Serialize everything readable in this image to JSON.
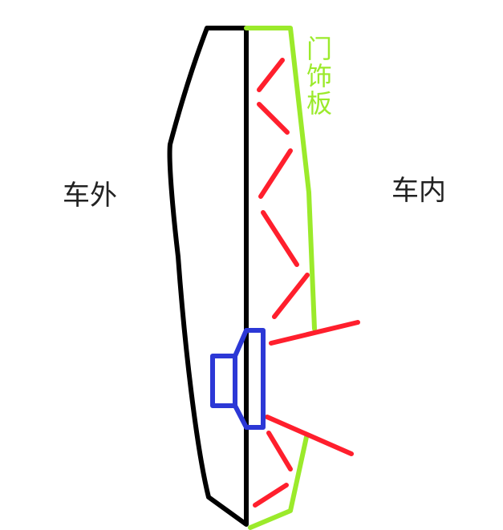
{
  "diagram": {
    "labels": {
      "outside": "车外",
      "inside": "车内",
      "trim_panel_vertical": [
        "门",
        "饰",
        "板"
      ]
    },
    "colors": {
      "door_shell": "#000000",
      "trim_panel": "#9BEA2B",
      "sound_wave": "#FF1F2D",
      "speaker": "#2C38D6",
      "background": "#FFFFFF"
    }
  }
}
